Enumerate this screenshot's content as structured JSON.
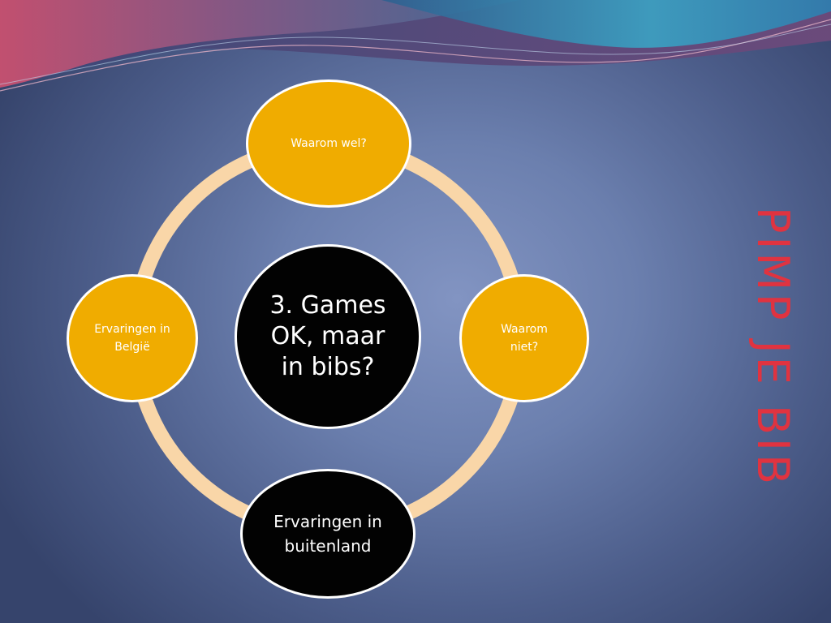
{
  "slide": {
    "vertical_title": "PIMP JE BIB",
    "colors": {
      "gold": "#f0ac00",
      "dark": "#020202",
      "ring": "#f9d6a8",
      "title_red": "#e03340"
    }
  },
  "diagram": {
    "center": {
      "label": "3. Games\nOK, maar\nin bibs?"
    },
    "nodes": {
      "top": {
        "label": "Waarom wel?"
      },
      "right": {
        "label": "Waarom\nniet?"
      },
      "bottom": {
        "label": "Ervaringen in\nbuitenland"
      },
      "left": {
        "label": "Ervaringen in\nBelgië"
      }
    }
  }
}
